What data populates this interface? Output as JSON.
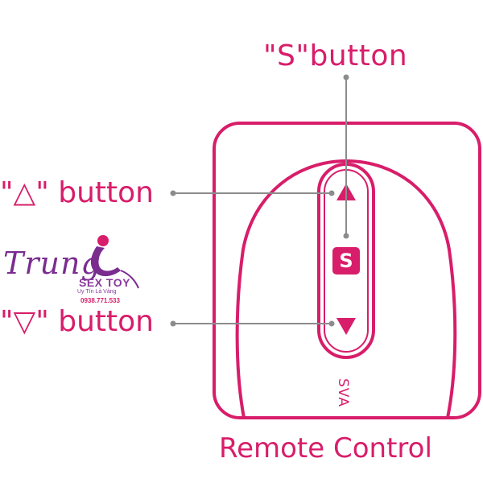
{
  "labels": {
    "s_button": "\"S\"button",
    "up_button": "\"△\" button",
    "down_button": "\"▽\" button",
    "device": "Remote Control",
    "model": "SVA",
    "s_glyph": "S"
  },
  "watermark": {
    "script": "Trung",
    "brand": "SEX TOY",
    "tagline": "Uy Tín Là Vàng",
    "phone": "0938.771.533"
  },
  "colors": {
    "accent": "#d81d6a",
    "leader_line": "#8c8c8c",
    "watermark": "#7a2d8f"
  }
}
